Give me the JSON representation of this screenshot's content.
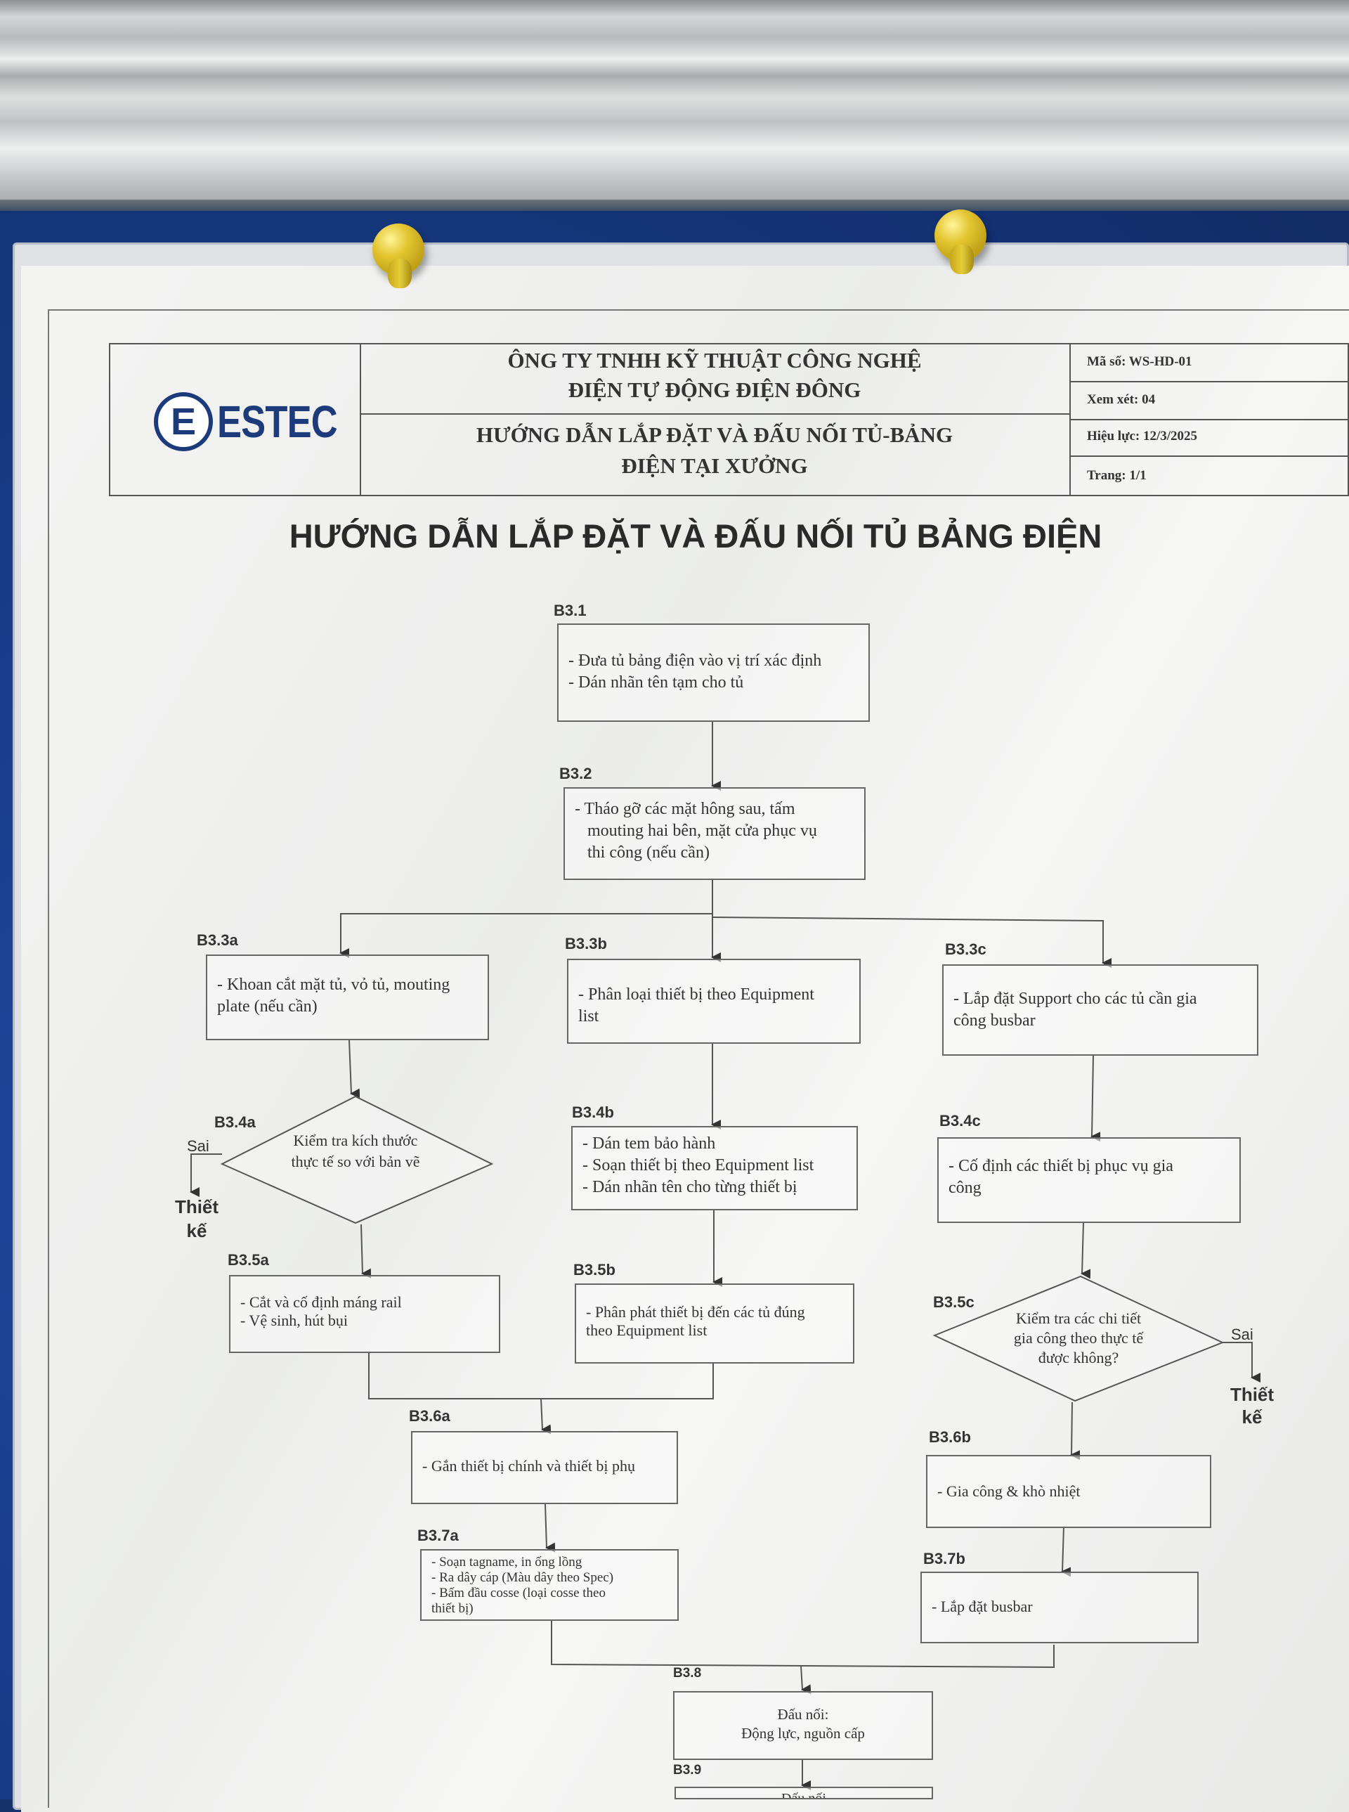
{
  "company": {
    "name_line1": "ÔNG TY TNHH KỸ THUẬT CÔNG NGHỆ",
    "name_line2": "ĐIỆN TỰ ĐỘNG ĐIỆN ĐÔNG",
    "logo_mark": "E",
    "logo_text": "ESTEC"
  },
  "doc_header": {
    "doc_title_line1": "HƯỚNG DẪN LẮP ĐẶT VÀ ĐẤU NỐI TỦ-BẢNG",
    "doc_title_line2": "ĐIỆN TẠI XƯỞNG",
    "code": "Mã số: WS-HD-01",
    "revision": "Xem xét: 04",
    "effective": "Hiệu lực: 12/3/2025",
    "page": "Trang: 1/1"
  },
  "title": "HƯỚNG DẪN LẮP ĐẶT VÀ ĐẤU NỐI TỦ BẢNG ĐIỆN",
  "steps": {
    "b31": {
      "label": "B3.1",
      "lines": [
        "- Đưa tủ bảng điện vào vị trí xác định",
        "- Dán nhãn tên tạm cho tủ"
      ]
    },
    "b32": {
      "label": "B3.2",
      "lines": [
        "- Tháo gỡ các mặt hông sau, tấm",
        "  mouting hai bên, mặt cửa phục vụ",
        "  thi công (nếu cần)"
      ]
    },
    "b33a": {
      "label": "B3.3a",
      "lines": [
        "- Khoan cắt mặt tủ, vỏ tủ, mouting",
        "  plate (nếu cần)"
      ]
    },
    "b33b": {
      "label": "B3.3b",
      "lines": [
        "- Phân loại thiết bị theo Equipment",
        "  list"
      ]
    },
    "b33c": {
      "label": "B3.3c",
      "lines": [
        "- Lắp đặt Support cho các tủ cần gia",
        "  công busbar"
      ]
    },
    "b34a": {
      "label": "B3.4a",
      "lines": [
        "Kiểm tra kích thước",
        "thực tế so với bản vẽ"
      ]
    },
    "b34b": {
      "label": "B3.4b",
      "lines": [
        "- Dán tem bảo hành",
        "- Soạn thiết bị theo Equipment list",
        "- Dán nhãn tên cho từng thiết bị"
      ]
    },
    "b34c": {
      "label": "B3.4c",
      "lines": [
        "- Cố định các thiết bị phục vụ gia",
        "  công"
      ]
    },
    "b35a": {
      "label": "B3.5a",
      "lines": [
        "- Cắt và cố định máng rail",
        "- Vệ sinh, hút bụi"
      ]
    },
    "b35b": {
      "label": "B3.5b",
      "lines": [
        "- Phân phát thiết bị đến các tủ đúng",
        "  theo Equipment list"
      ]
    },
    "b35c": {
      "label": "B3.5c",
      "lines": [
        "Kiểm tra các chi tiết",
        "gia công theo thực tế",
        "được không?"
      ]
    },
    "b36a": {
      "label": "B3.6a",
      "lines": [
        "- Gắn thiết bị chính và thiết bị phụ"
      ]
    },
    "b36b": {
      "label": "B3.6b",
      "lines": [
        "- Gia công & khò nhiệt"
      ]
    },
    "b37a": {
      "label": "B3.7a",
      "lines": [
        "- Soạn tagname, in ống lồng",
        "- Ra dây cáp (Màu dây theo Spec)",
        "- Bấm đầu cosse (loại cosse theo",
        "  thiết bị)"
      ]
    },
    "b37b": {
      "label": "B3.7b",
      "lines": [
        "- Lắp đặt busbar"
      ]
    },
    "b38": {
      "label": "B3.8",
      "lines": [
        "Đấu nối:",
        "Động lực, nguồn cấp"
      ]
    },
    "b39": {
      "label": "B3.9",
      "lines": [
        "Đấu nối"
      ]
    }
  },
  "branches": {
    "left_no": "Sai",
    "left_outcome": "Thiết kế",
    "right_no": "Sai",
    "right_outcome": "Thiết kế"
  }
}
